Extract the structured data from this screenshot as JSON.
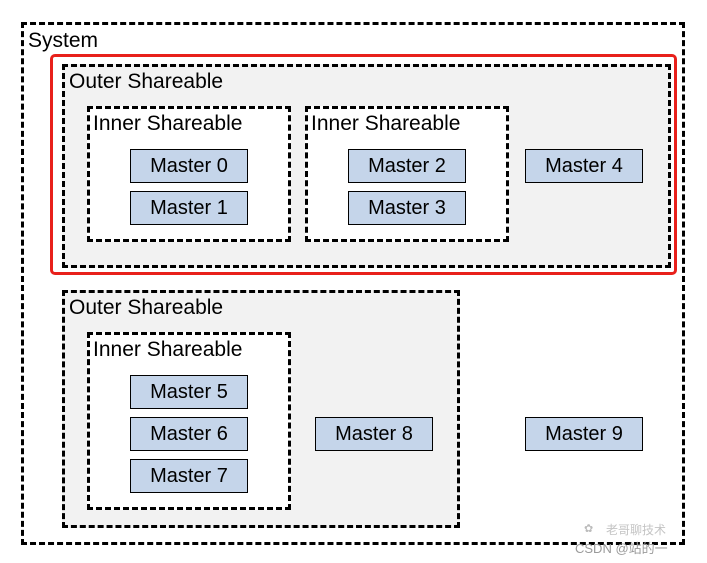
{
  "system": {
    "label": "System"
  },
  "outer_groups": [
    {
      "label": "Outer Shareable",
      "inner_groups": [
        {
          "label": "Inner Shareable",
          "masters": [
            "Master 0",
            "Master 1"
          ]
        },
        {
          "label": "Inner Shareable",
          "masters": [
            "Master 2",
            "Master 3"
          ]
        }
      ],
      "other_masters": [
        "Master 4"
      ]
    },
    {
      "label": "Outer Shareable",
      "inner_groups": [
        {
          "label": "Inner Shareable",
          "masters": [
            "Master 5",
            "Master 6",
            "Master 7"
          ]
        }
      ],
      "other_masters": [
        "Master 8"
      ]
    }
  ],
  "standalone_masters": [
    "Master 9"
  ],
  "watermark": {
    "text": "CSDN @站的一",
    "faint_text": "老哥聊技术"
  },
  "colors": {
    "master_fill": "#c5d5ea",
    "outer_fill": "#f2f2f2",
    "highlight": "#e8201b",
    "border": "#000000"
  }
}
